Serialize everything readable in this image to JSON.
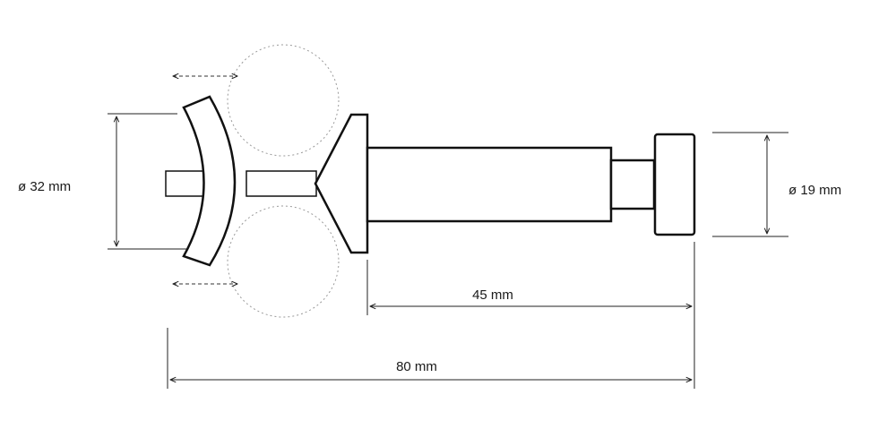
{
  "dimensions": {
    "diameter_washer": "ø 32 mm",
    "diameter_knob": "ø 19 mm",
    "length_body": "45 mm",
    "length_total": "80 mm"
  },
  "colors": {
    "line": "#111111",
    "dimension_line": "#222222",
    "ghost_circle": "#9a9a9a",
    "background": "#ffffff"
  }
}
